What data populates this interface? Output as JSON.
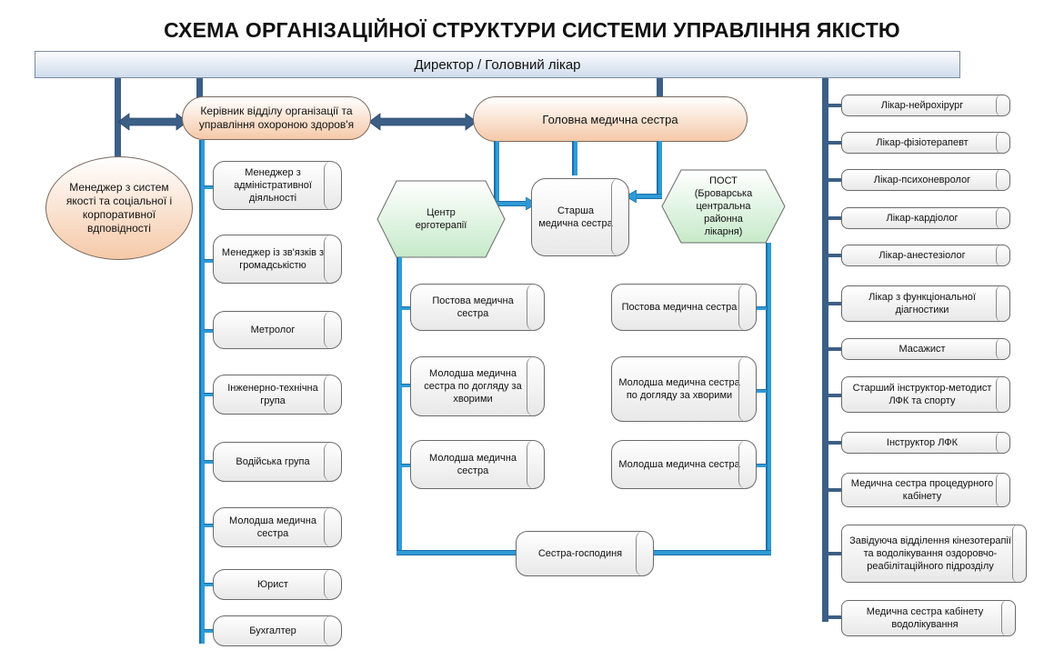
{
  "title": "СХЕМА ОРГАНІЗАЦІЙНОЇ СТРУКТУРИ СИСТЕМИ УПРАВЛІННЯ ЯКІСТЮ",
  "director": "Директор / Головний лікар",
  "quality_manager": "Менеджер з систем якості та соціальної і корпоративної вдповідності",
  "dept_head": "Керівник відділу організації та управління охороною здоров'я",
  "head_nurse": "Головна медична сестра",
  "ergo_center": "Центр ерготерапії",
  "senior_nurse": "Старша медична сестра",
  "post": "ПОСТ (Броварська центральна районна лікарня)",
  "housekeeper": "Сестра-господиня",
  "dept_staff": [
    "Менеджер з адміністративної діяльності",
    "Менеджер із зв'язків з громадськістю",
    "Метролог",
    "Інженерно-технічна група",
    "Водійська група",
    "Молодша медична сестра",
    "Юрист",
    "Бухгалтер"
  ],
  "ergo_staff": [
    "Постова медична сестра",
    "Молодша медична сестра по догляду за хворими",
    "Молодша медична сестра"
  ],
  "post_staff": [
    "Постова медична сестра",
    "Молодша медична сестра по догляду за хворими",
    "Молодша медична сестра"
  ],
  "doctors": [
    "Лікар-нейрохірург",
    "Лікар-фізіотерапевт",
    "Лікар-психоневролог",
    "Лікар-кардіолог",
    "Лікар-анестезіолог",
    "Лікар з функціональної діагностики",
    "Масажист",
    "Старший інструктор-методист ЛФК та спорту",
    "Інструктор ЛФК",
    "Медична сестра процедурного кабінету",
    "Завідуюча відділення кінезотерапії та водолікування оздоровчо-реабілітаційного підрозділу",
    "Медична сестра кабінету водолікування"
  ]
}
